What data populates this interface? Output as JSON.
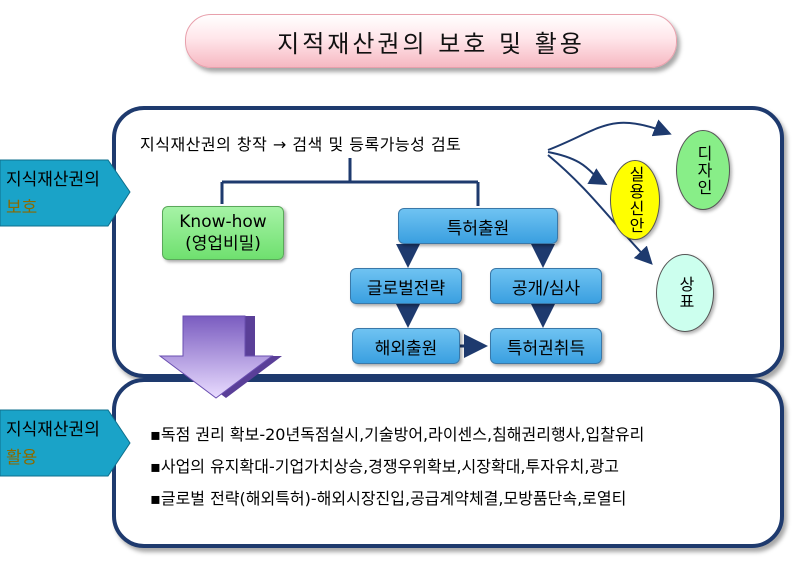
{
  "title": "지적재산권의 보호 및 활용",
  "protection": {
    "side_label_line1": "지식재산권의",
    "side_label_line2": "보호",
    "heading": "지식재산권의 창작 → 검색 및 등록가능성 검토",
    "knowhow_line1": "Know-how",
    "knowhow_line2": "(영업비밀)",
    "patent": "특허출원",
    "global_strategy": "글로벌전략",
    "disclosure": "공개/심사",
    "overseas": "해외출원",
    "acquisition": "특허권취득",
    "utility_model": "실용신안",
    "design": "디자인",
    "trademark": "상표"
  },
  "utilization": {
    "side_label_line1": "지식재산권의",
    "side_label_line2": "활용",
    "bullets": [
      "▪독점 권리 확보-20년독점실시,기술방어,라이센스,침해권리행사,입찰유리",
      "▪사업의 유지확대-기업가치상승,경쟁우위확보,시장확대,투자유치,광고",
      "▪글로벌 전략(해외특허)-해외시장진입,공급계약체결,모방품단속,로열티"
    ]
  },
  "colors": {
    "panel_border": "#1e3a6e",
    "box_blue": "#4aa9e6",
    "box_green": "#7fe87f",
    "ellipse_yellow": "#ffff00",
    "ellipse_green": "#88ee88",
    "ellipse_pale": "#ccffee",
    "arrow_teal": "#1aa3c8"
  }
}
